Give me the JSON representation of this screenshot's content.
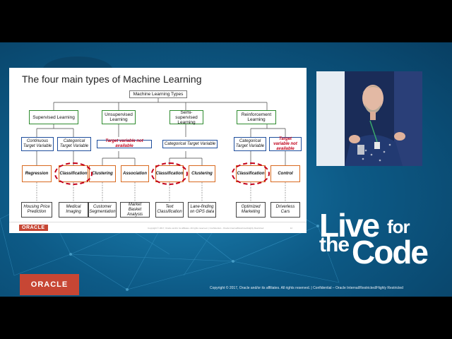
{
  "slide": {
    "title": "The four main types of Machine Learning",
    "root": "Machine Learning Types",
    "categories": [
      {
        "label": "Supervised Learning"
      },
      {
        "label": "Unsupervised Learning"
      },
      {
        "label": "Semi-supervised Learning"
      },
      {
        "label": "Reinforcement Learning"
      }
    ],
    "targets": [
      {
        "label": "Continuous Target Variable",
        "red": false
      },
      {
        "label": "Categorical Target Variable",
        "red": false
      },
      {
        "label": "Target variable not available",
        "red": true
      },
      {
        "label": "Categorical Target Variable",
        "red": false
      },
      {
        "label": "Categorical Target Variable",
        "red": false
      },
      {
        "label": "Target variable not available",
        "red": true
      }
    ],
    "tasks": [
      "Regression",
      "Classification",
      "Clustering",
      "Association",
      "Classification",
      "Clustering",
      "Classification",
      "Control"
    ],
    "examples": [
      "Housing Price Prediction",
      "Medical Imaging",
      "Customer Segmentation",
      "Market Basket Analysis",
      "Text Classification",
      "Lane-finding on GPS data",
      "Optimized Marketing",
      "Driverless Cars"
    ],
    "logo": "ORACLE",
    "footer_text": "Copyright © 2017, Oracle and/or its affiliates. All rights reserved.  |  Confidential – Oracle Internal/Restricted/Highly Restricted",
    "page_number": "12"
  },
  "branding": {
    "live": "Live",
    "for": "for",
    "the": "the",
    "code": "Code",
    "oracle_logo": "ORACLE",
    "copyright": "Copyright © 2017, Oracle and/or its affiliates. All rights reserved.  |  Confidential – Oracle Internal/Restricted/Highly Restricted"
  },
  "colors": {
    "oracle_red": "#c74634",
    "supervised_border": "#2e8b2e",
    "target_border": "#1f4e9c",
    "task_border": "#d96a1f",
    "highlight_red": "#c4001a"
  }
}
